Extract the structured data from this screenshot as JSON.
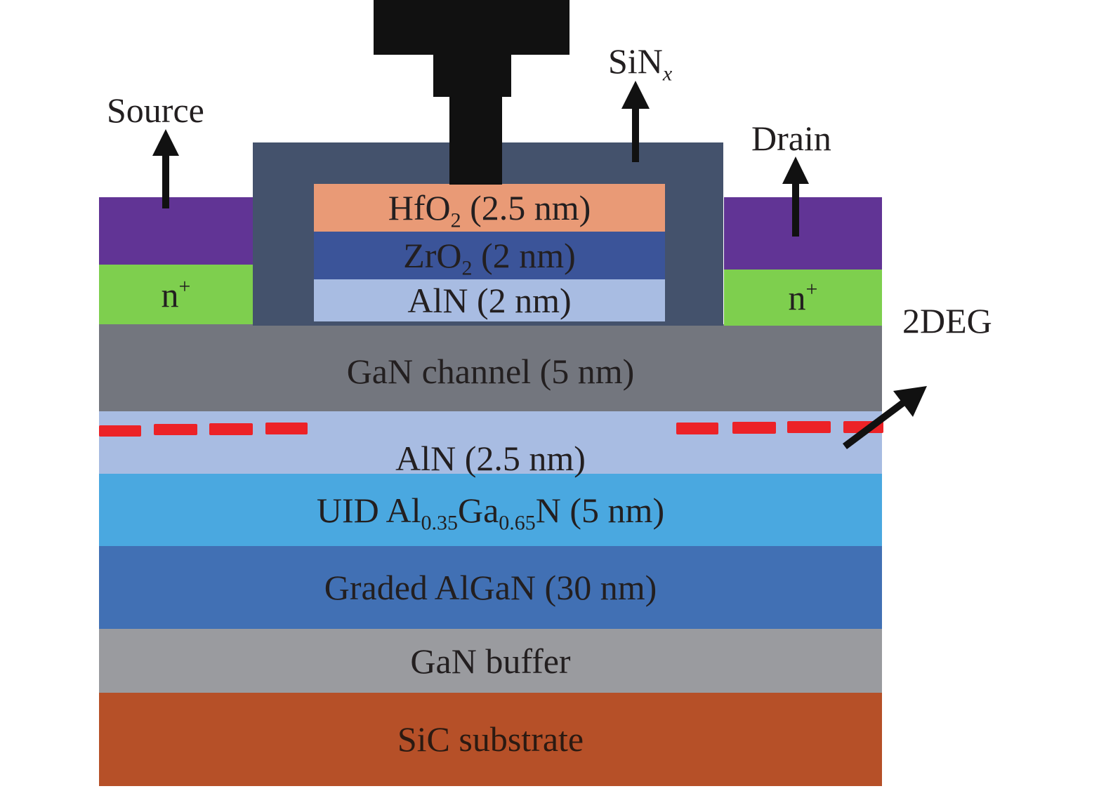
{
  "title": "AlN/GaN/AlGaN HEMT cross-section",
  "colors": {
    "sic_substrate": "#b65028",
    "gan_buffer": "#9a9b9f",
    "graded_algan": "#4170b4",
    "uid_algan": "#4aa8e0",
    "aln_barrier": "#a8bce2",
    "gan_channel": "#73767e",
    "sinx": "#44526c",
    "aln_gate": "#a8bce2",
    "zro2": "#3b5499",
    "hfo2": "#e99a76",
    "n_plus": "#7ecf4e",
    "contact_metal": "#613495",
    "gate_metal": "#111111",
    "twodeg_line": "#ec2227",
    "arrow": "#111111"
  },
  "layers": {
    "sic_substrate": "SiC substrate",
    "gan_buffer": "GaN buffer",
    "graded_algan": "Graded AlGaN (30 nm)",
    "uid_algan": {
      "prefix": "UID Al",
      "sub1": "0.35",
      "mid": "Ga",
      "sub2": "0.65",
      "suffix": "N (5 nm)"
    },
    "aln_barrier": "AlN (2.5 nm)",
    "gan_channel": "GaN channel (5 nm)",
    "aln_gate": "AlN (2 nm)",
    "zro2": {
      "prefix": "ZrO",
      "sub": "2",
      "suffix": " (2 nm)"
    },
    "hfo2": {
      "prefix": "HfO",
      "sub": "2",
      "suffix": " (2.5 nm)"
    },
    "n_plus_left": {
      "base": "n",
      "sup": "+"
    },
    "n_plus_right": {
      "base": "n",
      "sup": "+"
    }
  },
  "labels": {
    "source": "Source",
    "drain": "Drain",
    "sinx": {
      "base": "SiN",
      "sub": "x"
    },
    "twodeg": "2DEG"
  }
}
